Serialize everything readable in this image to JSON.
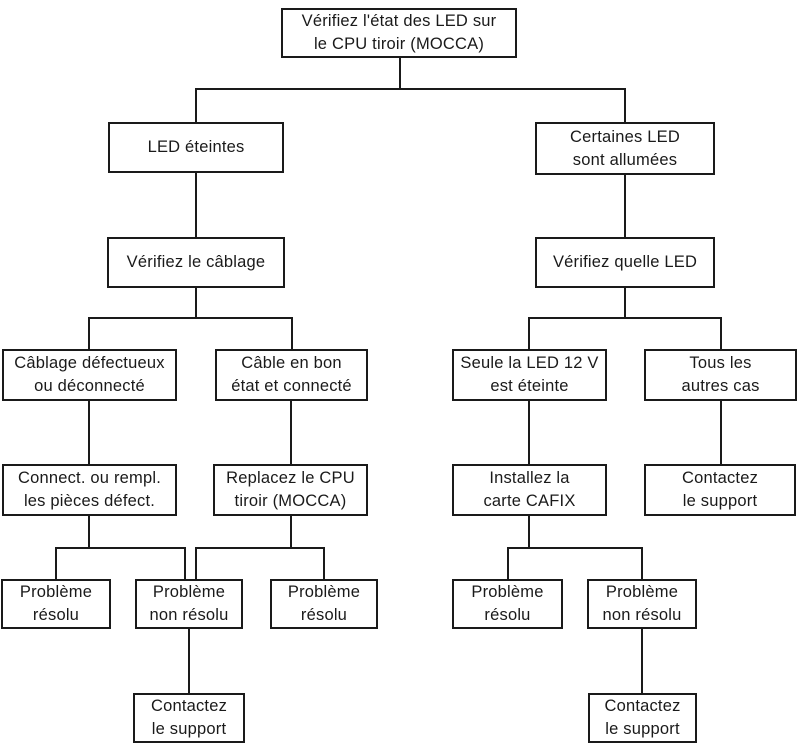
{
  "diagram": {
    "type": "flowchart",
    "colors": {
      "line": "#1a1a1a",
      "box_border": "#1a1a1a",
      "box_background": "#ffffff",
      "text": "#1a1a1a",
      "page_background": "#ffffff"
    },
    "nodes": {
      "root": {
        "label": "Vérifiez l'état des LED sur\nle CPU tiroir (MOCCA)"
      },
      "led_off": {
        "label": "LED éteintes"
      },
      "some_led_on": {
        "label": "Certaines LED\nsont allumées"
      },
      "check_cabling": {
        "label": "Vérifiez le câblage"
      },
      "check_which_led": {
        "label": "Vérifiez quelle LED"
      },
      "cabling_defective": {
        "label": "Câblage défectueux\nou déconnecté"
      },
      "cable_good": {
        "label": "Câble en bon\nétat et connecté"
      },
      "only_led_12v_off": {
        "label": "Seule la LED 12 V\nest éteinte"
      },
      "all_other_cases": {
        "label": "Tous les\nautres cas"
      },
      "connect_replace_parts": {
        "label": "Connect. ou rempl.\nles pièces défect."
      },
      "replace_cpu_drawer": {
        "label": "Replacez le CPU\ntiroir (MOCCA)"
      },
      "install_cafix": {
        "label": "Installez la\ncarte CAFIX"
      },
      "contact_support_right_top": {
        "label": "Contactez\nle support"
      },
      "resolved_left": {
        "label": "Problème\nrésolu"
      },
      "not_resolved_left": {
        "label": "Problème\nnon résolu"
      },
      "resolved_mid": {
        "label": "Problème\nrésolu"
      },
      "resolved_right": {
        "label": "Problème\nrésolu"
      },
      "not_resolved_right": {
        "label": "Problème\nnon résolu"
      },
      "contact_support_left": {
        "label": "Contactez\nle support"
      },
      "contact_support_right_bottom": {
        "label": "Contactez\nle support"
      }
    }
  }
}
